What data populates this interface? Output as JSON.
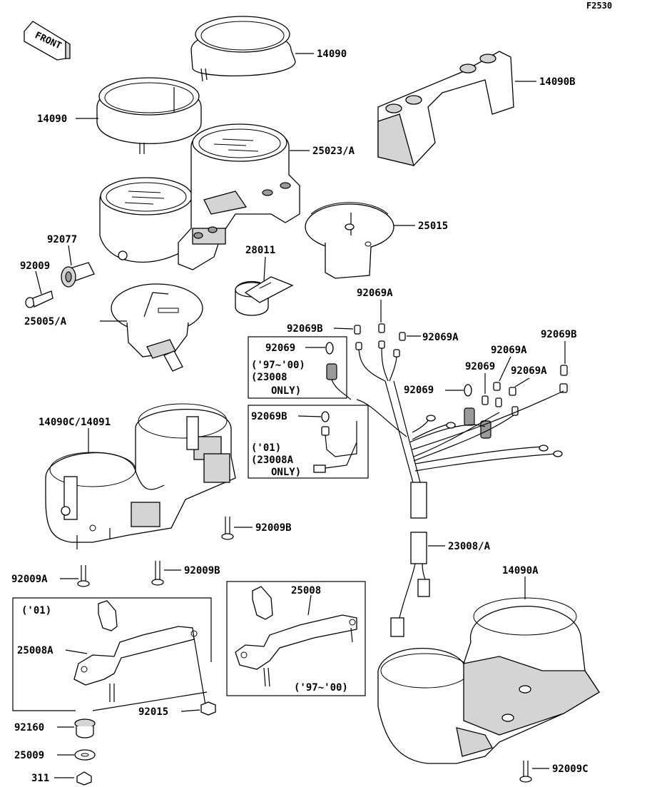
{
  "figure_code": "F2530",
  "front_badge": "FRONT",
  "labels": {
    "housing_cap_upper": "14090",
    "housing_cap_left": "14090",
    "bracket_cover": "14090B",
    "meter_assy": "25023/A",
    "tachometer": "25015",
    "knob": "92077",
    "screw_knob": "92009",
    "sensor": "28011",
    "speedometer": "25005/A",
    "bulb_92069A_top": "92069A",
    "bulb_92069B_left": "92069B",
    "bulb_92069A_right": "92069A",
    "bulb_92069B_far": "92069B",
    "bulb_92069A_mid": "92069A",
    "bulb_92069_mid": "92069",
    "bulb_92069A_lower": "92069A",
    "bulb_92069_lower": "92069",
    "case": "14090C/14091",
    "screw_b_right": "92009B",
    "screw_a": "92009A",
    "screw_b_center": "92009B",
    "harness": "23008/A",
    "cover_lower": "14090A",
    "screw_c": "92009C",
    "bracket_a": "25008A",
    "bracket": "25008",
    "nut_92015": "92015",
    "grommet": "92160",
    "washer": "25009",
    "nut_311": "311"
  },
  "inset_97_00": {
    "bulb": "92069",
    "years": "('97~'00)",
    "part": "(23008",
    "only": "ONLY)"
  },
  "inset_01": {
    "bulb": "92069B",
    "years": "('01)",
    "part": "(23008A",
    "only": "ONLY)"
  },
  "bracket_box_01": {
    "years": "('01)"
  },
  "bracket_box_97_00": {
    "years": "('97~'00)"
  }
}
